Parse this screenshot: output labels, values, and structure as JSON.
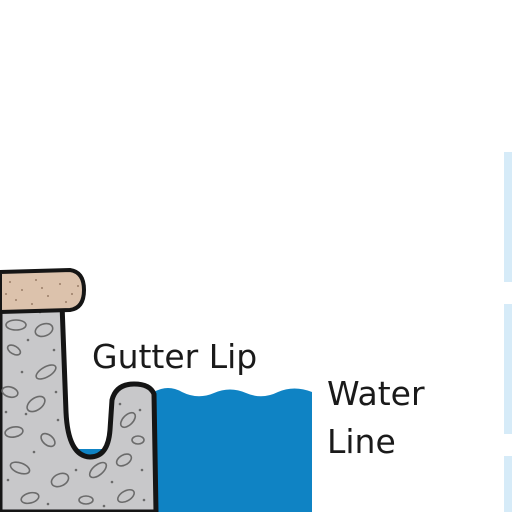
{
  "labels": {
    "gutter_lip": "Gutter Lip",
    "water_line": [
      "Water",
      "Line"
    ]
  },
  "colors": {
    "water": "#0f83c4",
    "concrete": "#c8c8ca",
    "capstone": "#dcc2ac",
    "outline": "#151515",
    "side_panels": "#d6ebf8",
    "text": "#1a1a1a"
  }
}
